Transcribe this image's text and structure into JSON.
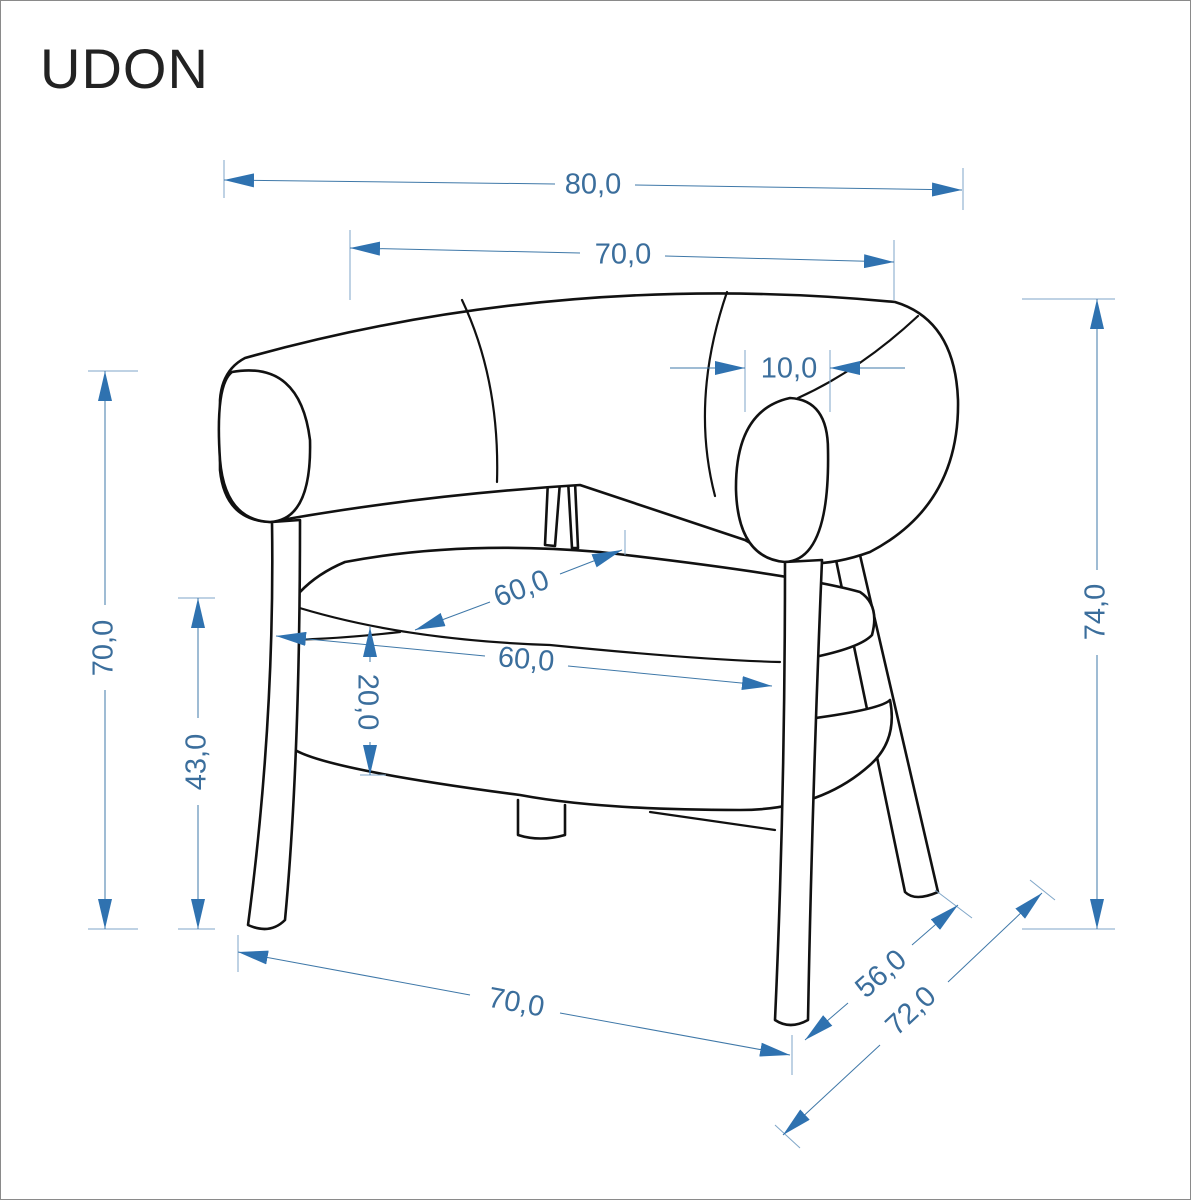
{
  "title": "UDON",
  "colors": {
    "dimension": "#2f72b0",
    "outline": "#111111"
  },
  "dimensions": {
    "overall_width": "80,0",
    "back_width": "70,0",
    "arm_width": "10,0",
    "overall_height": "74,0",
    "arm_height": "70,0",
    "seat_height": "43,0",
    "seat_depth": "60,0",
    "seat_width": "60,0",
    "seat_thickness": "20,0",
    "base_width": "70,0",
    "base_depth": "56,0",
    "overall_depth": "72,0"
  }
}
